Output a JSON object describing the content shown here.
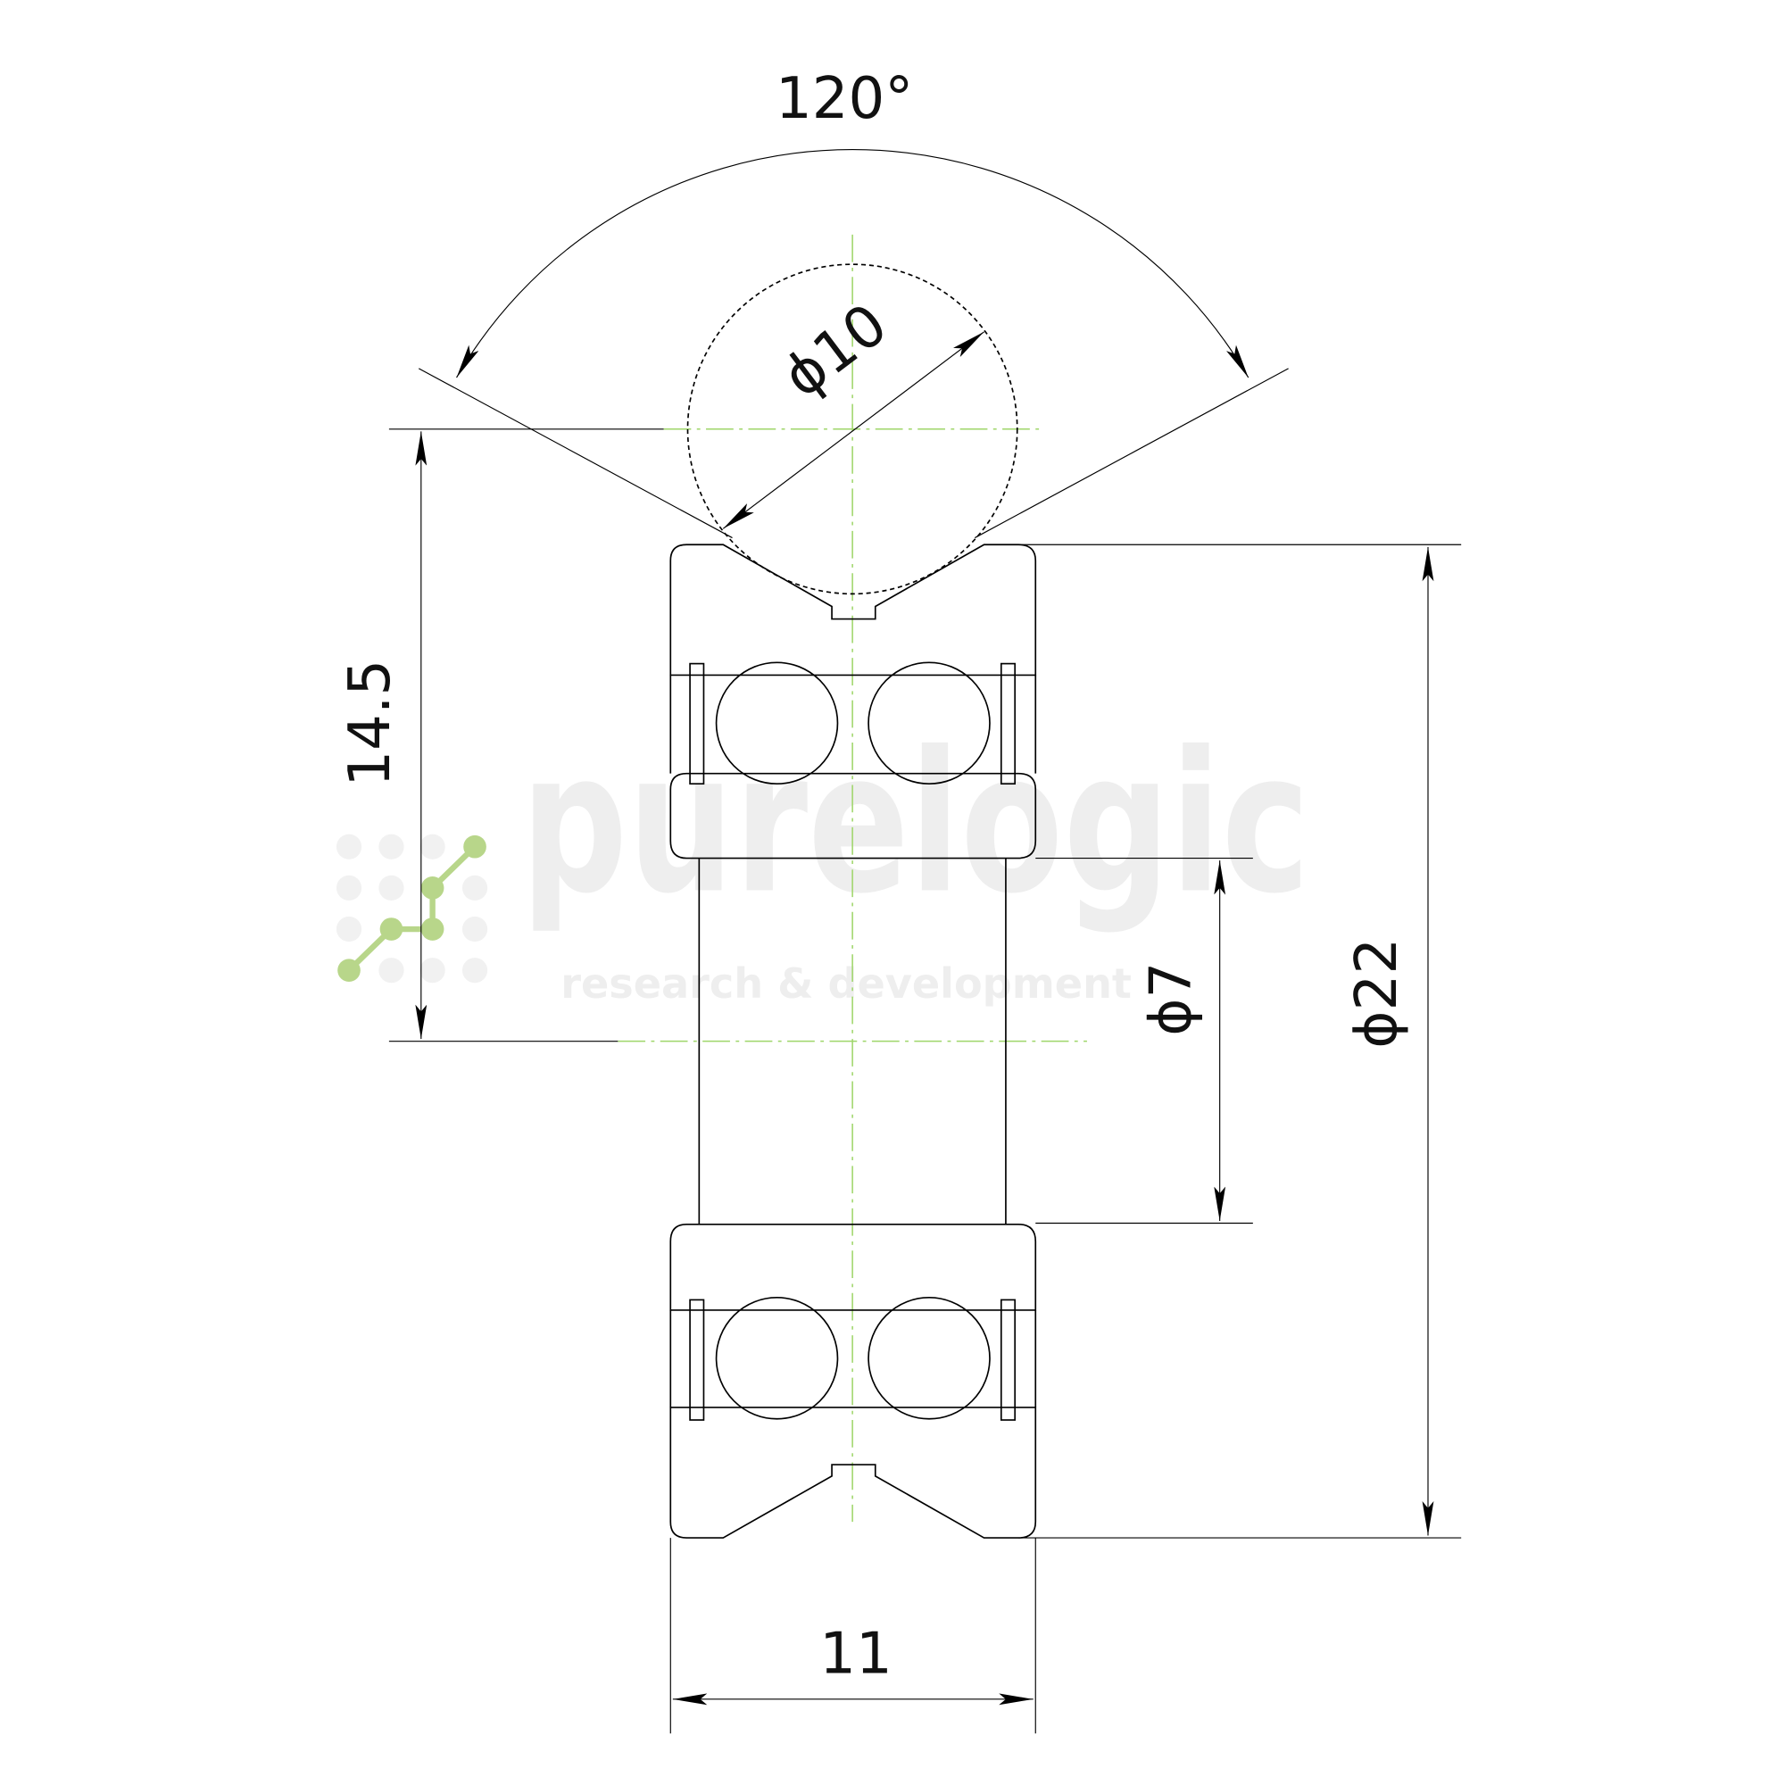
{
  "drawing": {
    "title": "V-groove bearing",
    "dimensions": {
      "angle": "120°",
      "groove_ball_diameter": "ϕ10",
      "center_height": "14.5",
      "bore_diameter": "ϕ7",
      "outer_diameter": "ϕ22",
      "width": "11"
    },
    "watermark": {
      "brand": "purelogic",
      "tagline": "research & development"
    },
    "colors": {
      "centerline": "#9fd66a",
      "logo_green": "#b8d68a",
      "line": "#000000"
    }
  }
}
